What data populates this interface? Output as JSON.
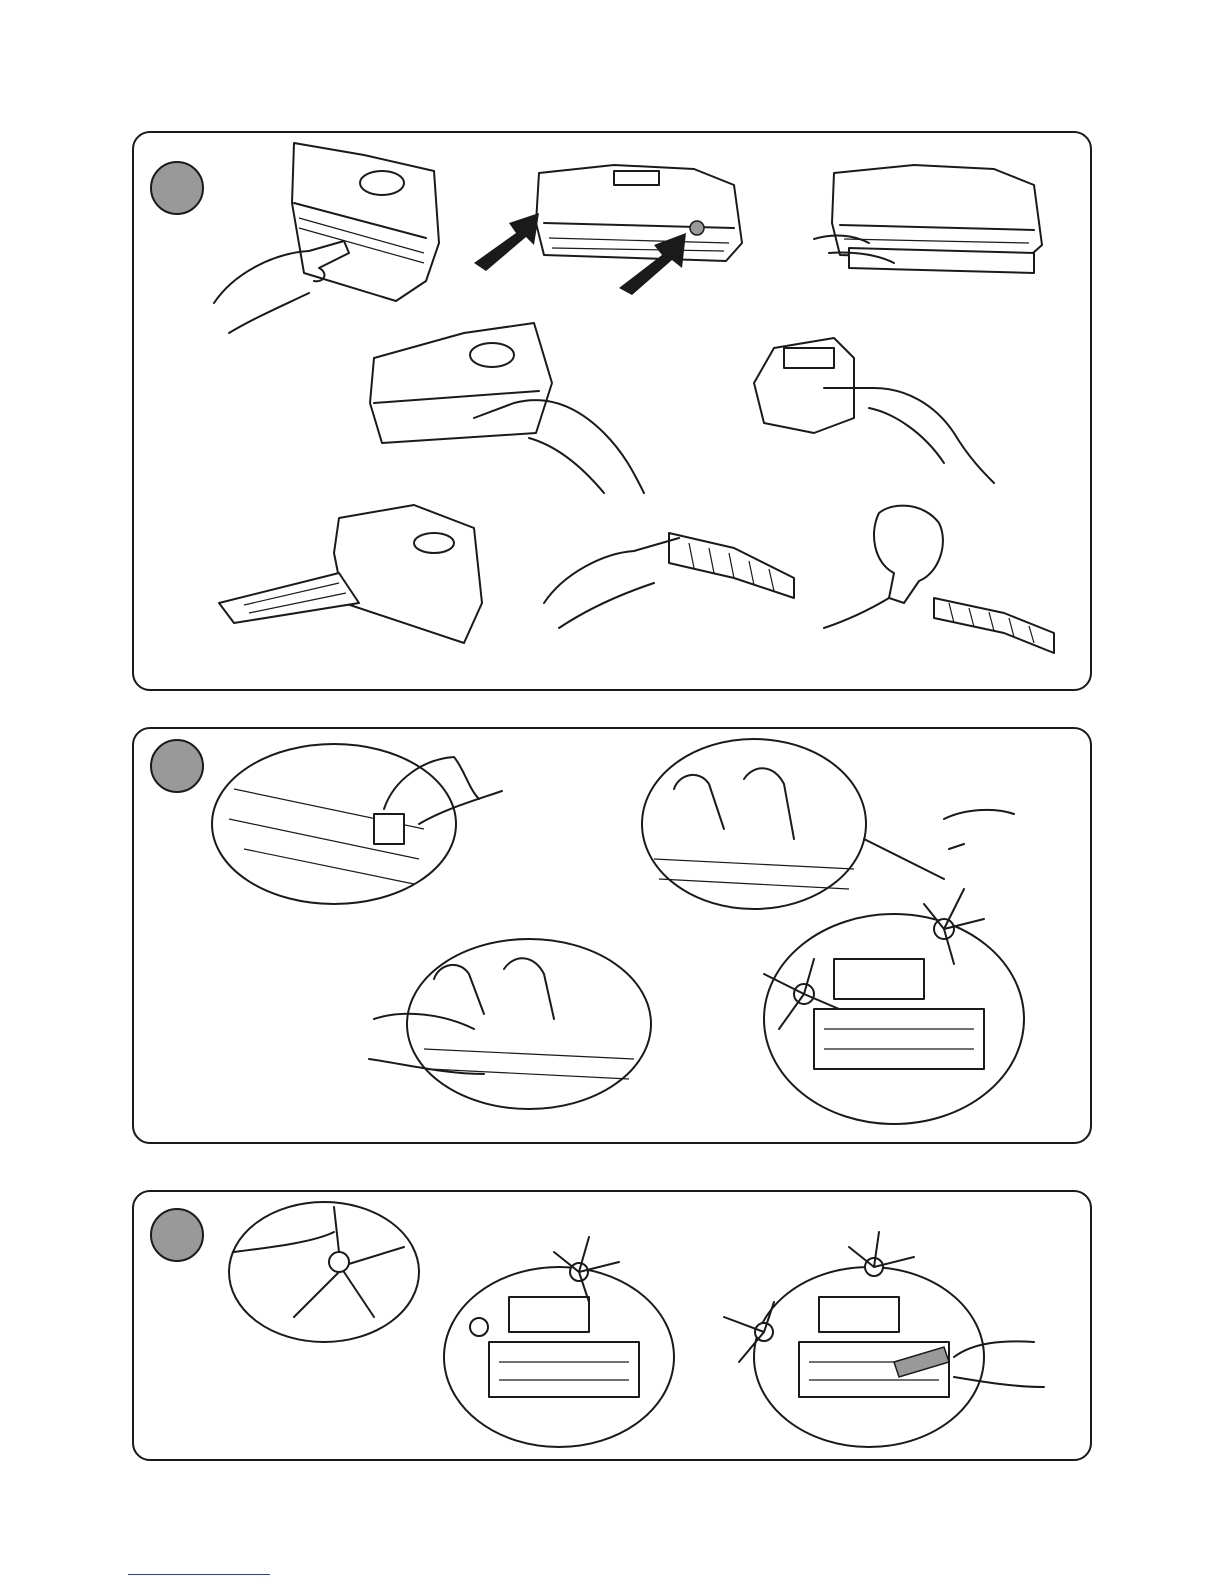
{
  "document": {
    "panels": [
      {
        "name": "filter-cleaning",
        "step_marker_color": "#999999"
      },
      {
        "name": "main-brush-cleaning",
        "step_marker_color": "#999999"
      },
      {
        "name": "side-brush-cleaning",
        "step_marker_color": "#999999"
      }
    ],
    "footer_rule_color": "#2a3bd0"
  }
}
